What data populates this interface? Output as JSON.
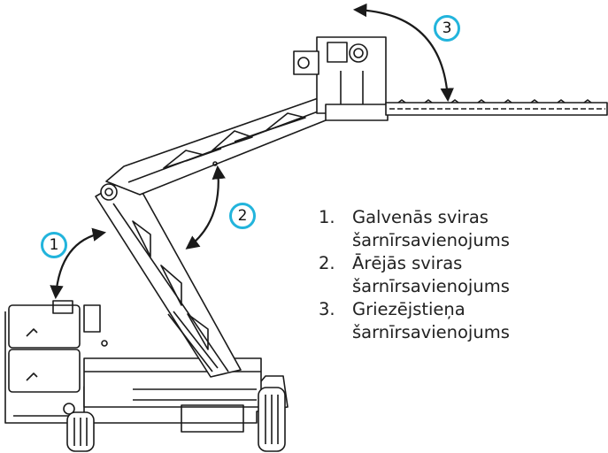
{
  "callouts": [
    "1",
    "2",
    "3"
  ],
  "legend": [
    {
      "number": "1.",
      "label": "Galvenās sviras šarnīrsavienojums"
    },
    {
      "number": "2.",
      "label": "Ārējās sviras šarnīrsavienojums"
    },
    {
      "number": "3.",
      "label": "Griezējstieņa šarnīrsavienojums"
    }
  ],
  "colors": {
    "callout_ring": "#22b4dc",
    "line_art": "#1a1a1a"
  }
}
